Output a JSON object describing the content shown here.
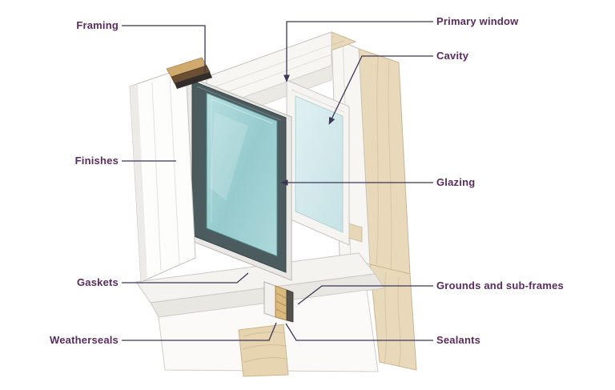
{
  "diagram": {
    "subject": "secondary-glazing-window-cutaway",
    "labels": {
      "framing": "Framing",
      "finishes": "Finishes",
      "gaskets": "Gaskets",
      "weatherseals": "Weatherseals",
      "primary_window": "Primary window",
      "cavity": "Cavity",
      "glazing": "Glazing",
      "grounds_subframes": "Grounds and sub-frames",
      "sealants": "Sealants"
    },
    "colors": {
      "label_text": "#5a2b5e",
      "leader_line": "#3c3655",
      "wood_light": "#e9d9bb",
      "wood_grain": "#d9c6a2",
      "wood_block": "#d9b97e",
      "frame_white": "#f7f6f3",
      "frame_dark": "#4b5b5e",
      "glass_teal": "#9fcfd1",
      "glass_pale": "#d6eaec"
    }
  }
}
